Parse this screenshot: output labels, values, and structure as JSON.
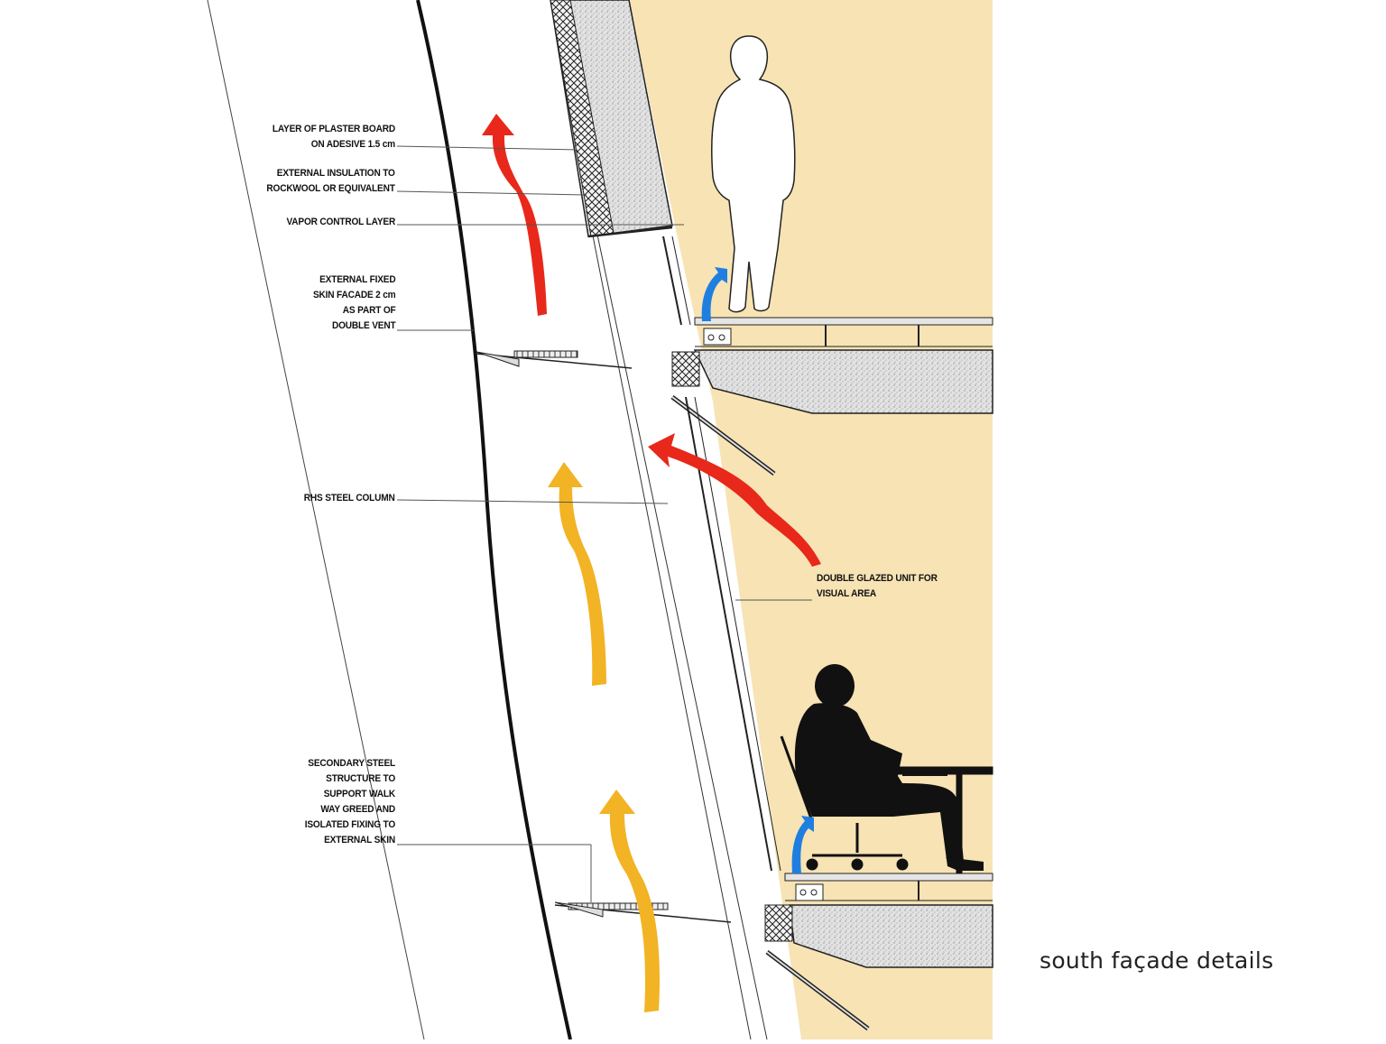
{
  "labels": {
    "plaster_board": [
      "LAYER OF PLASTER BOARD",
      "ON ADESIVE 1.5 cm"
    ],
    "external_insulation": [
      "EXTERNAL INSULATION TO",
      "ROCKWOOL OR EQUIVALENT"
    ],
    "vapor_control": [
      "VAPOR CONTROL LAYER"
    ],
    "fixed_skin": [
      "EXTERNAL FIXED",
      "SKIN FACADE  2 cm",
      "AS PART OF",
      "DOUBLE VENT"
    ],
    "rhs_column": [
      "RHS STEEL COLUMN"
    ],
    "double_glazed": [
      "DOUBLE GLAZED UNIT FOR",
      "VISUAL AREA"
    ],
    "secondary_steel": [
      "SECONDARY STEEL",
      "STRUCTURE TO",
      "SUPPORT WALK",
      "WAY GREED AND",
      "ISOLATED FIXING TO",
      "EXTERNAL SKIN"
    ]
  },
  "caption": "south façade details",
  "colors": {
    "interior": "#f7e3b4",
    "hot_air": "#e8281a",
    "warm_air": "#f2b324",
    "fresh_air": "#1f7fe0",
    "line": "#111111"
  }
}
